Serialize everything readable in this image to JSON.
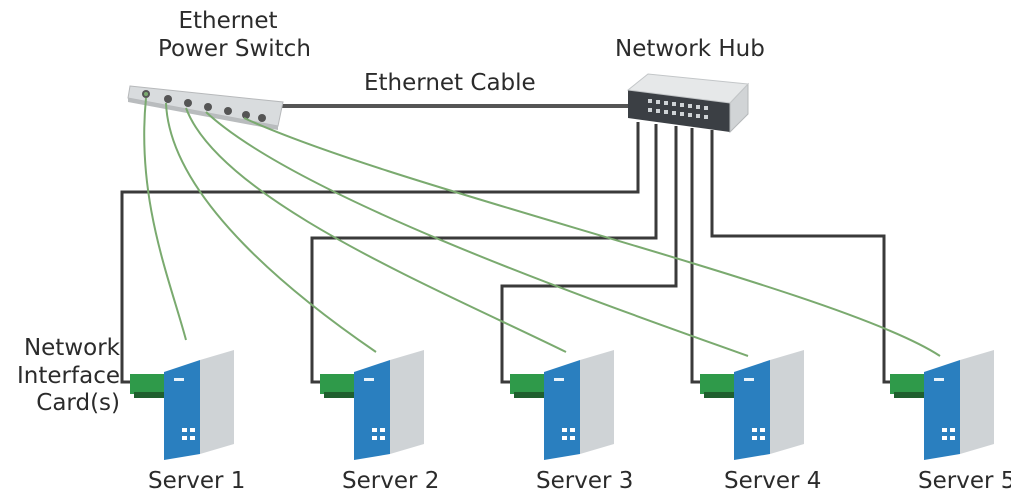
{
  "labels": {
    "power_switch": [
      "Ethernet",
      "Power Switch"
    ],
    "cable": "Ethernet Cable",
    "hub": "Network Hub",
    "nic": [
      "Network",
      "Interface",
      "Card(s)"
    ]
  },
  "servers": [
    {
      "label": "Server 1"
    },
    {
      "label": "Server 2"
    },
    {
      "label": "Server 3"
    },
    {
      "label": "Server 4"
    },
    {
      "label": "Server 5"
    }
  ],
  "colors": {
    "ethernet_line": "#3a3a3a",
    "power_line": "#7aaa6f",
    "server_blue": "#2a7fbf",
    "server_side": "#cfd3d6",
    "nic_green": "#2f9a4a",
    "device_gray": "#d9dcde"
  }
}
